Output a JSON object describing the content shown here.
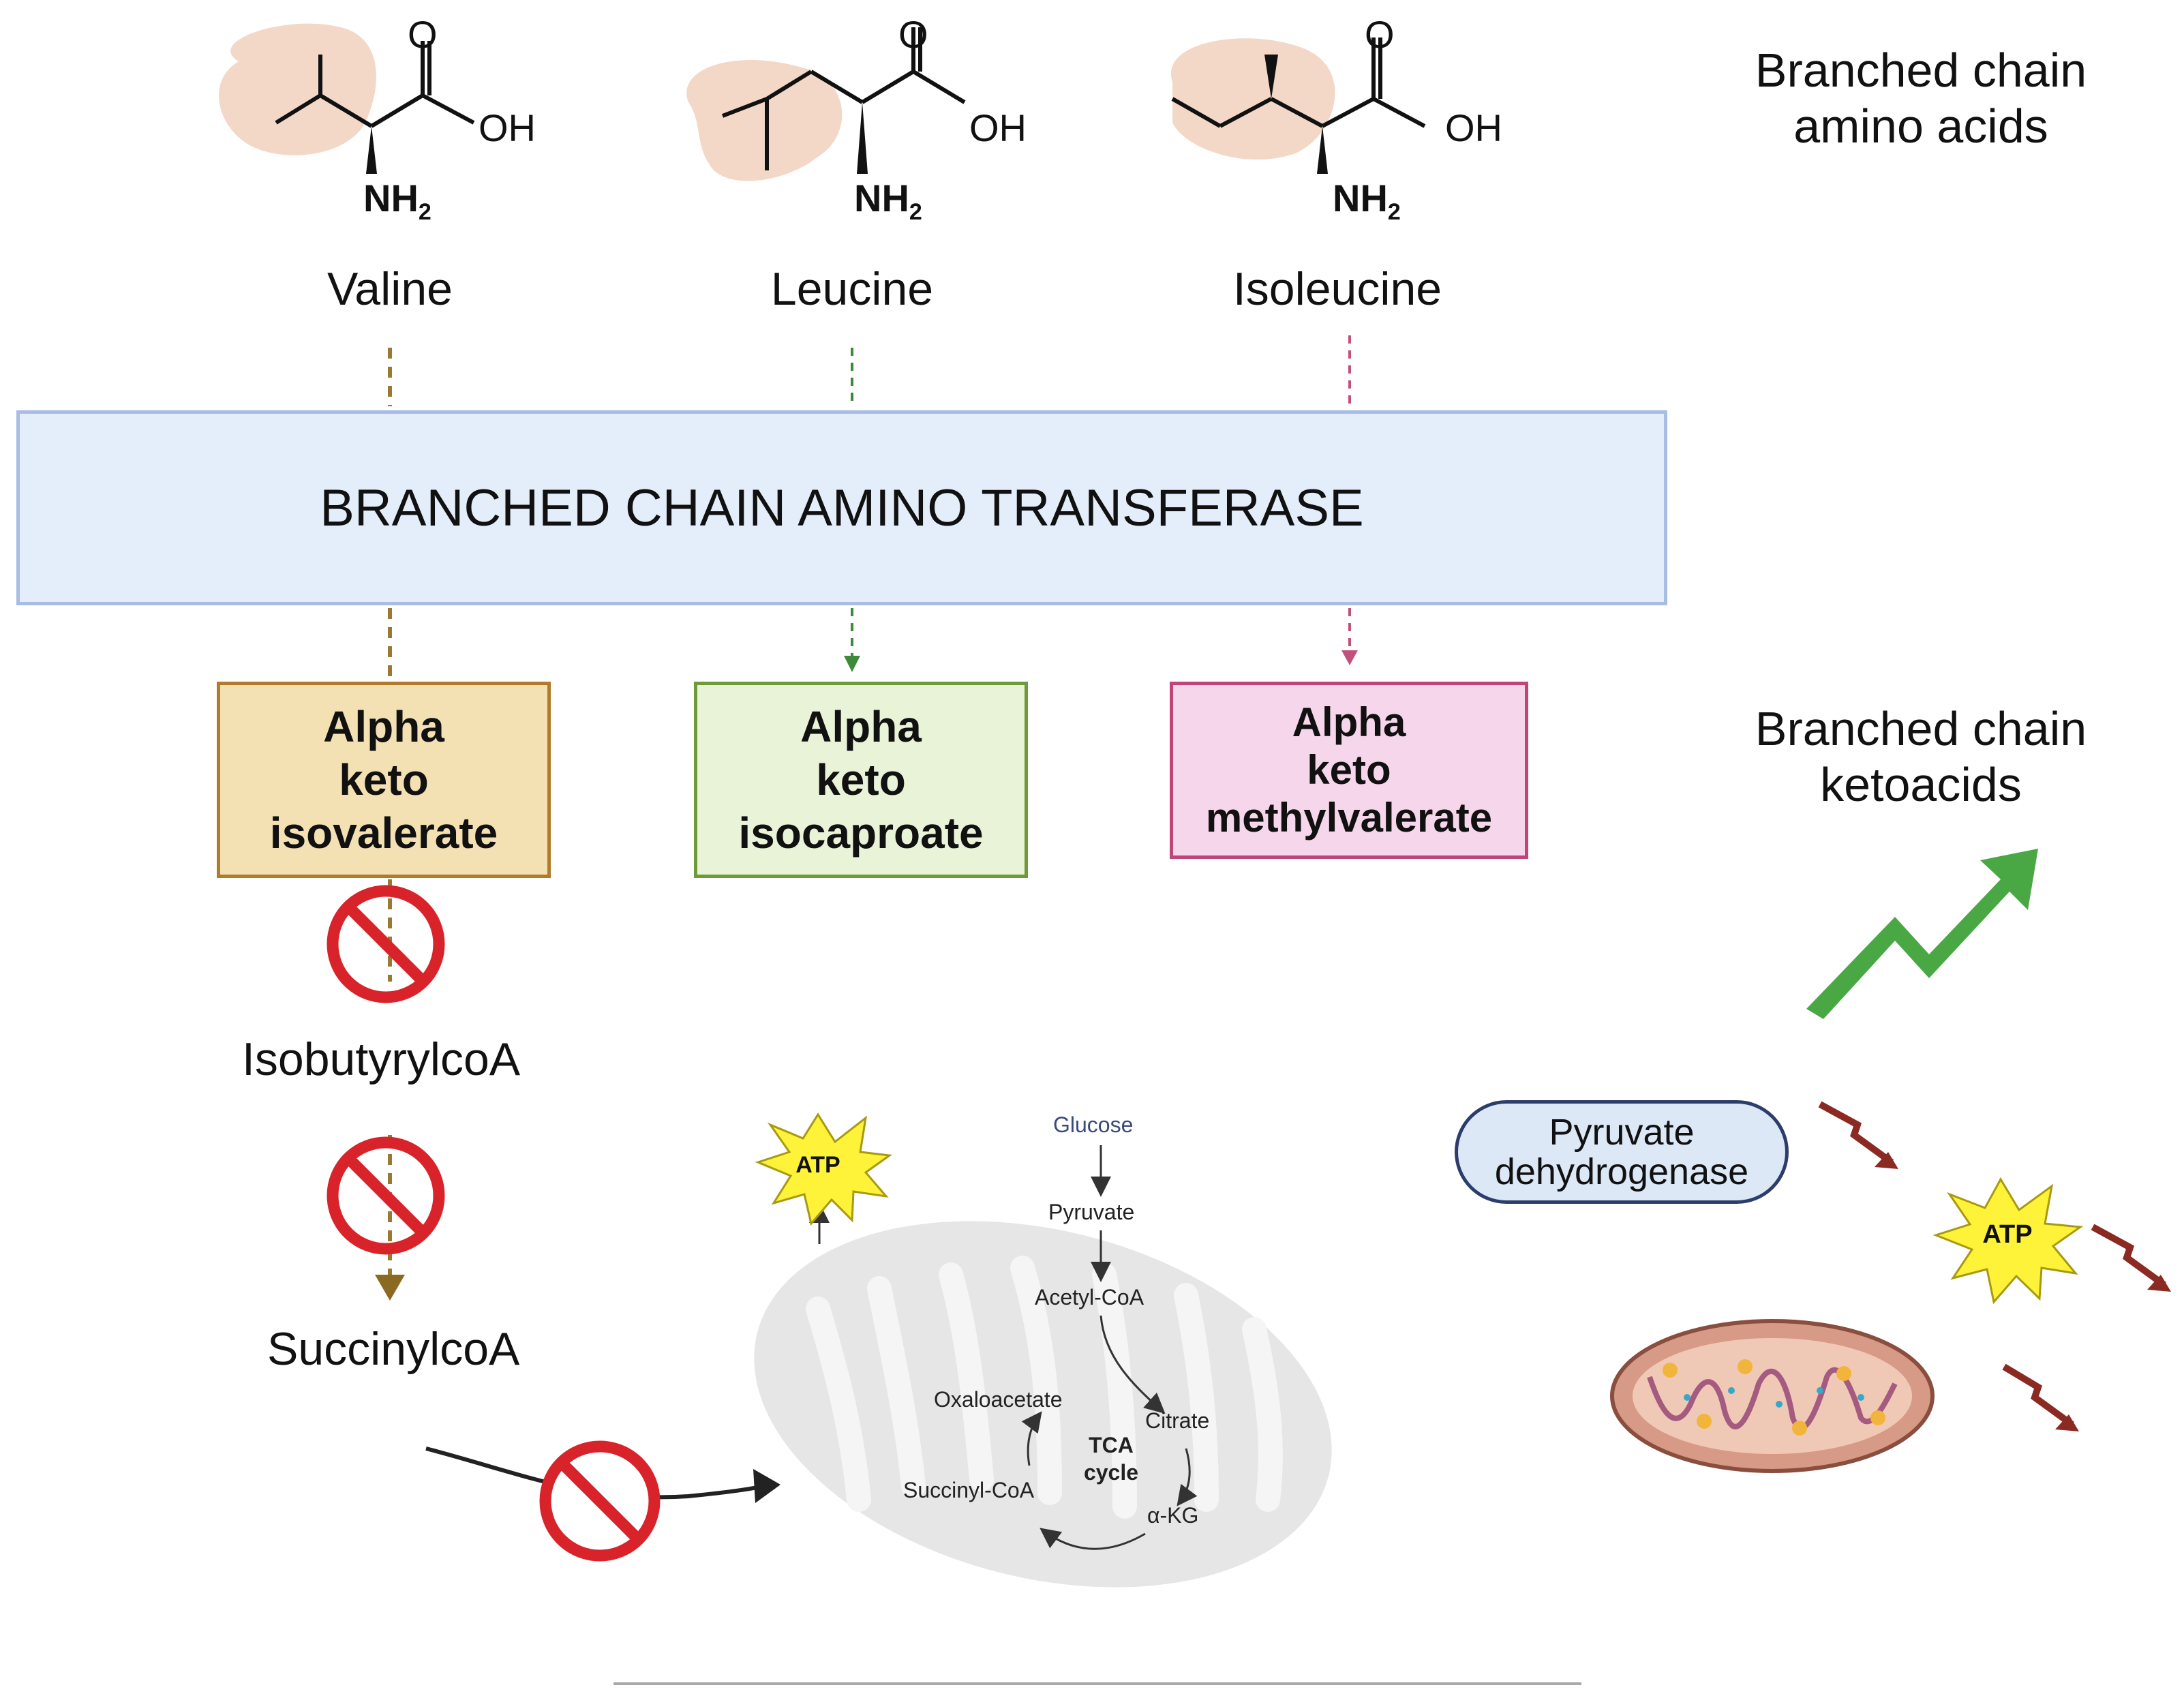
{
  "header": {
    "amino_acids_title": [
      "Branched chain",
      "amino acids"
    ],
    "ketoacids_title": [
      "Branched chain",
      "ketoacids"
    ]
  },
  "amino_acids": [
    {
      "name": "Valine",
      "oxygen": "O",
      "hydroxyl": "OH",
      "amine": "NH",
      "amine_sub": "2"
    },
    {
      "name": "Leucine",
      "oxygen": "O",
      "hydroxyl": "OH",
      "amine": "NH",
      "amine_sub": "2"
    },
    {
      "name": "Isoleucine",
      "oxygen": "O",
      "hydroxyl": "OH",
      "amine": "NH",
      "amine_sub": "2"
    }
  ],
  "enzyme": {
    "label": "BRANCHED CHAIN AMINO TRANSFERASE",
    "fill": "#e4eefb",
    "border": "#a9bce4"
  },
  "ketoacids": [
    {
      "lines": [
        "Alpha",
        "keto",
        "isovalerate"
      ],
      "fill": "#f3e1b4",
      "border": "#b07c2c"
    },
    {
      "lines": [
        "Alpha",
        "keto",
        "isocaproate"
      ],
      "fill": "#e9f3d8",
      "border": "#6f9a3a"
    },
    {
      "lines": [
        "Alpha",
        "keto",
        "methylvalerate"
      ],
      "fill": "#f6d6ea",
      "border": "#c0467a"
    }
  ],
  "pathway": {
    "intermediate": "IsobutyrylcoA",
    "product": "SuccinylcoA"
  },
  "tca": {
    "glucose": "Glucose",
    "pyruvate": "Pyruvate",
    "acetyl_coa": "Acetyl-CoA",
    "citrate": "Citrate",
    "akg": "α-KG",
    "succinyl_coa": "Succinyl-CoA",
    "oxaloacetate": "Oxaloacetate",
    "cycle_label": [
      "TCA",
      "cycle"
    ]
  },
  "atp_labels": [
    "ATP",
    "ATP"
  ],
  "pyruvate_dehydrogenase": [
    "Pyruvate",
    "dehydrogenase"
  ],
  "colors": {
    "valine_line": "#9a7a32",
    "leucine_line": "#3d8a3a",
    "isoleucine_line": "#c2507c",
    "inhibit_red": "#d8232a",
    "up_arrow": "#4aa844",
    "down_arrow": "#8b2a23",
    "side_chain_highlight": "#f3d8c8",
    "atp_star": "#fff33a"
  }
}
